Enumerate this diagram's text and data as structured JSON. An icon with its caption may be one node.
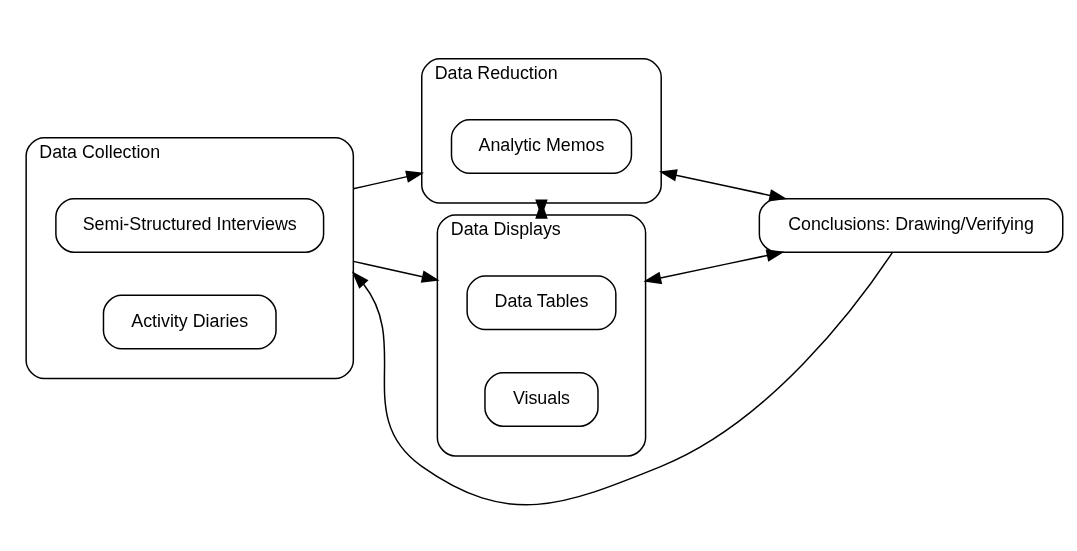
{
  "diagram": {
    "nodes": [
      {
        "text": [
          "Data Reduction"
        ]
      },
      {
        "text": [
          "Analytic Memos"
        ],
        "in": 0
      },
      {
        "text": [
          "Data Collection"
        ]
      },
      {
        "text": [
          "Semi-Structured Interviews"
        ],
        "in": 2
      },
      {
        "text": [
          "Activity Diaries"
        ],
        "in": 2
      },
      {
        "text": [
          "Conclusions: Drawing/Verifying"
        ]
      },
      {
        "text": [
          "Data Displays"
        ]
      },
      {
        "text": [
          "Data Tables"
        ],
        "in": 6
      },
      {
        "text": [
          "Visuals"
        ],
        "in": 6
      }
    ],
    "edges": [
      {
        "from": 2,
        "to": 0,
        "arrow": "to"
      },
      {
        "from": 2,
        "to": 6,
        "arrow": "to"
      },
      {
        "from": 0,
        "to": 5,
        "arrow": "both"
      },
      {
        "from": 5,
        "to": 2,
        "arrow": "to"
      },
      {
        "from": 0,
        "to": 6,
        "arrow": "both"
      },
      {
        "from": 6,
        "to": 5,
        "arrow": "both"
      }
    ]
  }
}
